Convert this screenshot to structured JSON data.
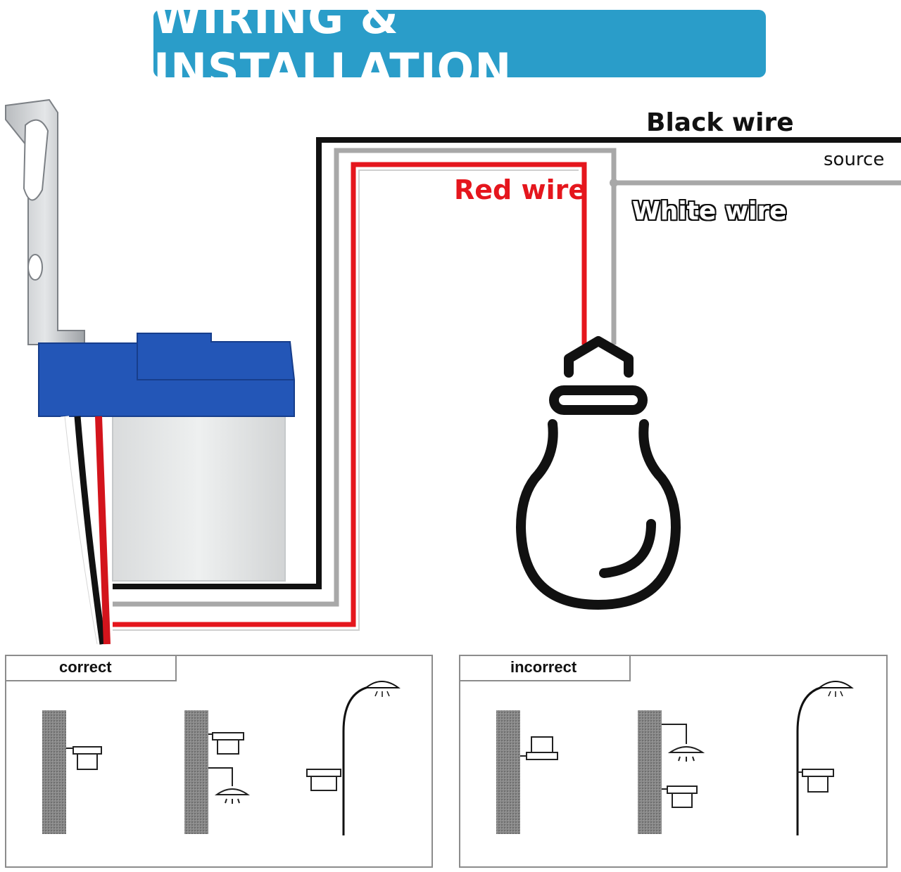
{
  "banner": {
    "title": "WIRING & INSTALLATION",
    "color": "#2a9dc9"
  },
  "wires": {
    "black_label": "Black wire",
    "red_label": "Red wire",
    "white_label": "White wire",
    "source_label": "source",
    "colors": {
      "black": "#111111",
      "red": "#e5161d",
      "white": "#a8a8a8"
    }
  },
  "components": {
    "sensor": "photocell-sensor-icon",
    "bulb": "light-bulb-icon",
    "bracket": "mounting-bracket-icon"
  },
  "panels": {
    "correct": {
      "label": "correct"
    },
    "incorrect": {
      "label": "incorrect"
    }
  }
}
